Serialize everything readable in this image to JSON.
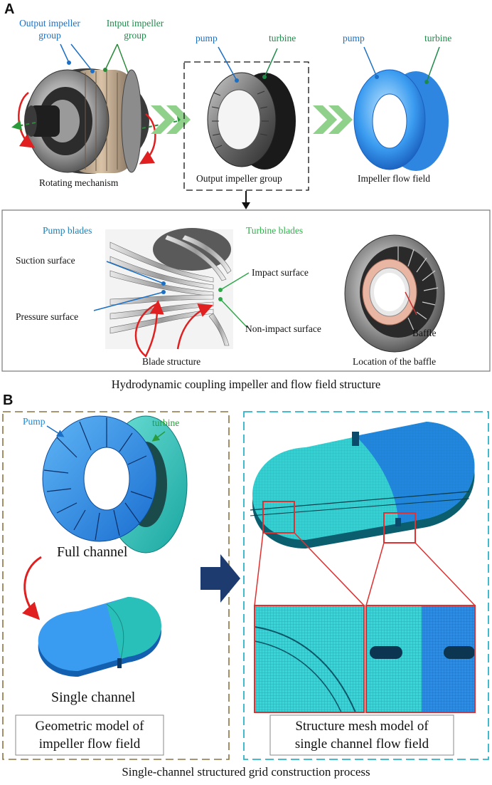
{
  "panel_a": {
    "letter": "A",
    "output_impeller_group_label": [
      "Output impeller",
      "group"
    ],
    "input_impeller_group_label": [
      "Intput impeller",
      "group"
    ],
    "pump_label_1": "pump",
    "turbine_label_1": "turbine",
    "pump_label_2": "pump",
    "turbine_label_2": "turbine",
    "caption_rotating": "Rotating mechanism",
    "caption_output_group": "Output impeller group",
    "caption_flow_field": "Impeller flow field",
    "pump_blades": "Pump blades",
    "turbine_blades": "Turbine blades",
    "suction_surface": "Suction surface",
    "pressure_surface": "Pressure surface",
    "impact_surface": "Impact surface",
    "non_impact_surface": "Non-impact surface",
    "caption_blade_structure": "Blade structure",
    "baffle": "Baffle",
    "caption_baffle_location": "Location of the baffle",
    "title": "Hydrodynamic coupling impeller and flow field structure"
  },
  "panel_b": {
    "letter": "B",
    "pump_label": "Pump",
    "turbine_label": "turbine",
    "full_channel": "Full channel",
    "single_channel": "Single channel",
    "geometric_model": [
      "Geometric model of",
      "impeller flow field"
    ],
    "structure_mesh": [
      "Structure mesh model of",
      "single channel flow field"
    ],
    "title": "Single-channel structured grid construction process"
  },
  "colors": {
    "pump_blue": "#1b6fc4",
    "turbine_green": "#1e8a4a",
    "flow_cyan": "#36d0d0",
    "mesh_blue": "#1f86e0",
    "chevron_green": "#8fd08a",
    "arrow_navy": "#1d3b6e",
    "frame_brown": "#8a7340",
    "frame_cyan": "#2bb3c6",
    "highlight_red": "#e03030"
  }
}
